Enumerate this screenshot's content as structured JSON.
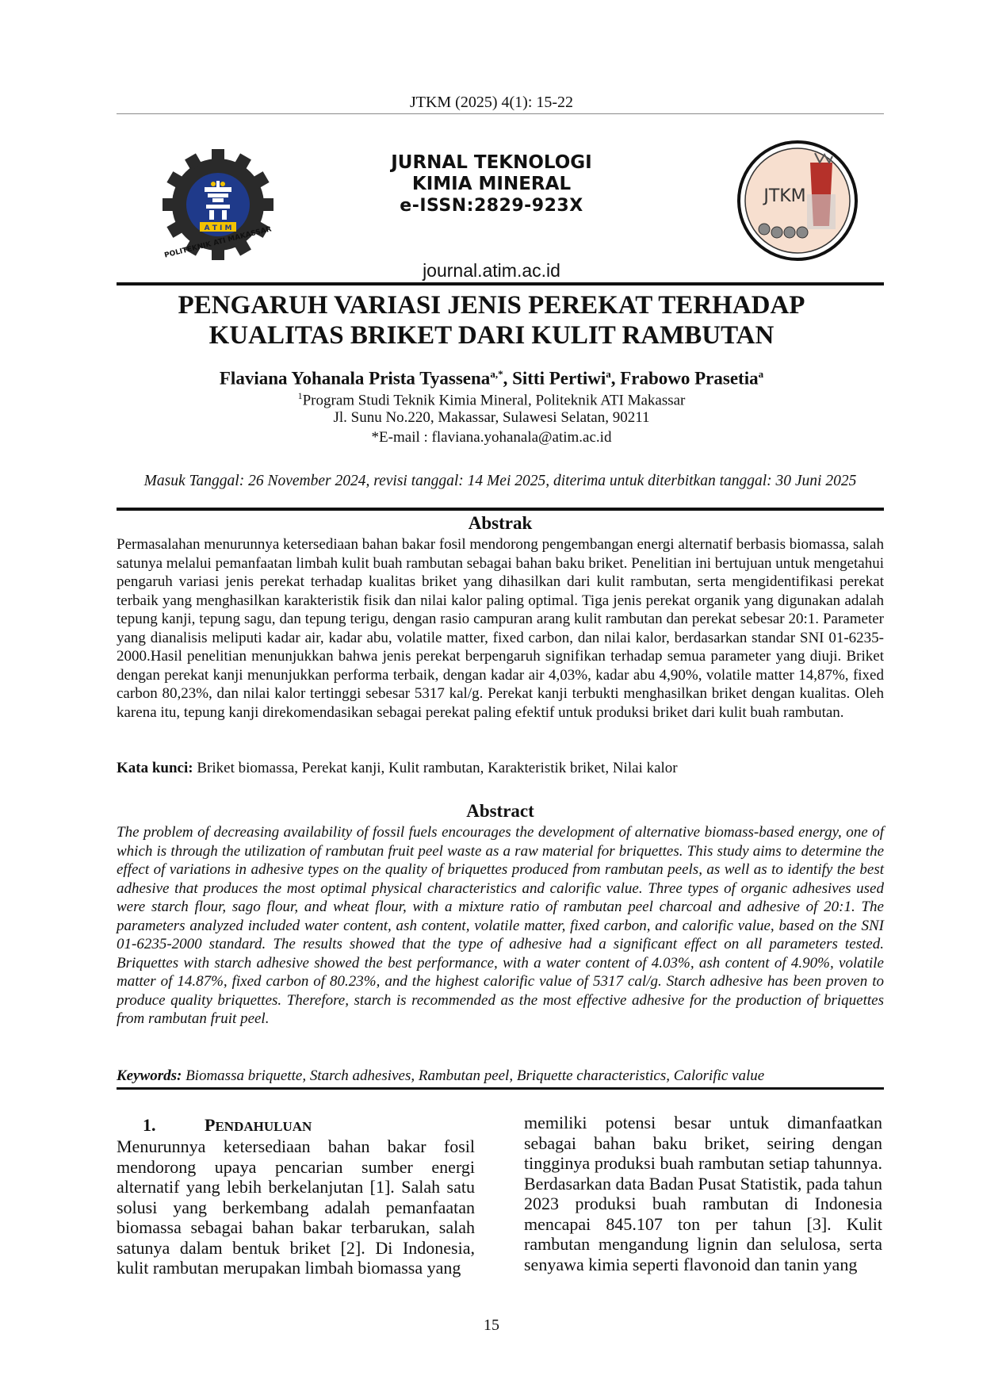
{
  "header": {
    "running_head": "JTKM (2025) 4(1): 15-22",
    "journal_name_line1": "JURNAL TEKNOLOGI",
    "journal_name_line2": "KIMIA MINERAL",
    "issn": "e-ISSN:2829-923X",
    "url": "journal.atim.ac.id",
    "left_logo_text": "POLITEKNIK ATI MAKASSAR",
    "left_logo_band": "A T I M",
    "right_logo_text": "JTKM"
  },
  "article": {
    "title_line1": "PENGARUH VARIASI JENIS PEREKAT TERHADAP",
    "title_line2": "KUALITAS BRIKET DARI KULIT RAMBUTAN",
    "authors": [
      {
        "name": "Flaviana Yohanala Prista Tyassena",
        "sup": "a,*"
      },
      {
        "name": "Sitti Pertiwi",
        "sup": "a"
      },
      {
        "name": "Frabowo Prasetia",
        "sup": "a"
      }
    ],
    "affiliation_sup": "1",
    "affiliation": "Program Studi Teknik Kimia Mineral, Politeknik ATI Makassar",
    "address": "Jl. Sunu No.220, Makassar, Sulawesi Selatan, 90211",
    "email": "*E-mail : flaviana.yohanala@atim.ac.id",
    "dates": "Masuk Tanggal: 26 November 2024, revisi tanggal: 14 Mei 2025, diterima untuk diterbitkan tanggal: 30 Juni 2025"
  },
  "abstrak": {
    "heading": "Abstrak",
    "text": "Permasalahan menurunnya ketersediaan bahan bakar fosil mendorong pengembangan energi alternatif berbasis biomassa, salah satunya melalui pemanfaatan limbah kulit buah rambutan sebagai bahan baku briket. Penelitian ini bertujuan untuk mengetahui pengaruh variasi jenis perekat terhadap kualitas briket yang dihasilkan dari kulit rambutan, serta mengidentifikasi perekat terbaik yang menghasilkan karakteristik fisik dan nilai kalor paling optimal. Tiga jenis perekat organik yang digunakan adalah tepung kanji, tepung sagu, dan tepung terigu, dengan rasio campuran arang kulit rambutan dan perekat sebesar 20:1. Parameter yang dianalisis meliputi kadar air, kadar abu, volatile matter, fixed carbon, dan nilai kalor, berdasarkan standar SNI 01-6235-2000.Hasil penelitian menunjukkan bahwa jenis perekat berpengaruh signifikan terhadap semua parameter yang diuji. Briket dengan perekat kanji menunjukkan performa terbaik, dengan kadar air 4,03%, kadar abu 4,90%, volatile matter 14,87%, fixed carbon 80,23%, dan nilai kalor tertinggi sebesar 5317 kal/g. Perekat kanji terbukti menghasilkan briket dengan kualitas. Oleh karena itu, tepung kanji direkomendasikan sebagai perekat paling efektif untuk produksi briket dari kulit buah rambutan.",
    "keywords_label": "Kata kunci:",
    "keywords": "Briket biomassa, Perekat kanji, Kulit rambutan, Karakteristik briket, Nilai kalor"
  },
  "abstract": {
    "heading": "Abstract",
    "text": "The problem of decreasing availability of fossil fuels encourages the development of alternative biomass-based energy, one of which is through the utilization of rambutan fruit peel waste as a raw material for briquettes. This study aims to determine the effect of variations in adhesive types on the quality of briquettes produced from rambutan peels, as well as to identify the best adhesive that produces the most optimal physical characteristics and calorific value. Three types of organic adhesives used were starch flour, sago flour, and wheat flour, with a mixture ratio of rambutan peel charcoal and adhesive of 20:1. The parameters analyzed included water content, ash content, volatile matter, fixed carbon, and calorific value, based on the SNI 01-6235-2000 standard. The results showed that the type of adhesive had a significant effect on all parameters tested. Briquettes with starch adhesive showed the best performance, with a water content of 4.03%, ash content of 4.90%, volatile matter of 14.87%, fixed carbon of 80.23%, and the highest calorific value of 5317 cal/g. Starch adhesive has been proven to produce quality briquettes. Therefore, starch is recommended as the most effective adhesive for the production of briquettes from rambutan fruit peel.",
    "keywords_label": "Keywords:",
    "keywords": "Biomassa briquette, Starch adhesives, Rambutan peel, Briquette characteristics, Calorific value"
  },
  "intro": {
    "number": "1.",
    "title_first": "P",
    "title_rest": "ENDAHULUAN",
    "col1": "Menurunnya ketersediaan bahan bakar fosil mendorong upaya pencarian sumber energi alternatif yang lebih berkelanjutan [1]. Salah satu solusi yang berkembang adalah pemanfaatan biomassa sebagai bahan bakar terbarukan, salah satunya dalam bentuk briket [2]. Di Indonesia, kulit rambutan merupakan limbah biomassa yang",
    "col2": "memiliki potensi besar untuk dimanfaatkan sebagai bahan baku briket, seiring dengan tingginya produksi buah rambutan setiap tahunnya. Berdasarkan data Badan Pusat Statistik, pada tahun 2023 produksi buah rambutan di Indonesia mencapai 845.107 ton per tahun [3]. Kulit rambutan mengandung lignin dan selulosa, serta senyawa kimia seperti flavonoid dan tanin yang"
  },
  "footer": {
    "page_number": "15"
  }
}
